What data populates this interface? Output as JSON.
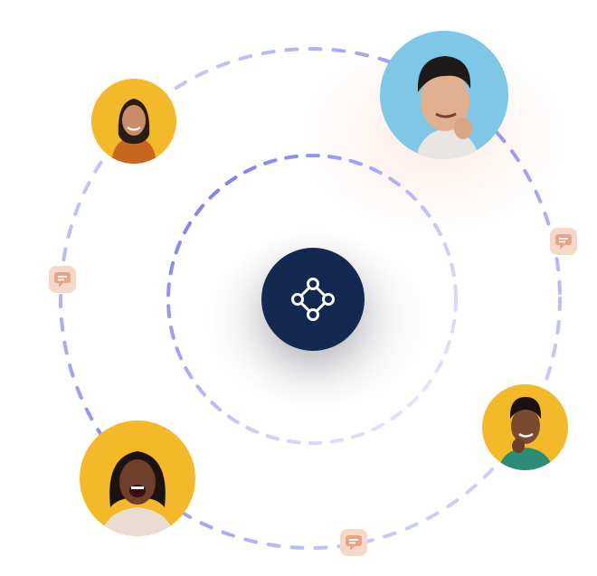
{
  "scene": {
    "hub": {
      "icon": "connection-nodes-icon",
      "color": "#14294f"
    },
    "ring_colors": {
      "primary": "#6b6df2",
      "faded": "#d8d8fa"
    },
    "avatars": [
      {
        "name": "avatar-woman-orange-shirt",
        "background": "#f4b928"
      },
      {
        "name": "avatar-man-blue-background",
        "background": "#7fc7e6"
      },
      {
        "name": "avatar-woman-laughing",
        "background": "#f4b928"
      },
      {
        "name": "avatar-man-smiling",
        "background": "#f4b928"
      }
    ],
    "chat_icons": [
      "chat-bubble-icon",
      "chat-bubble-icon",
      "chat-bubble-icon"
    ],
    "chat_color": "#f6d8c8"
  }
}
